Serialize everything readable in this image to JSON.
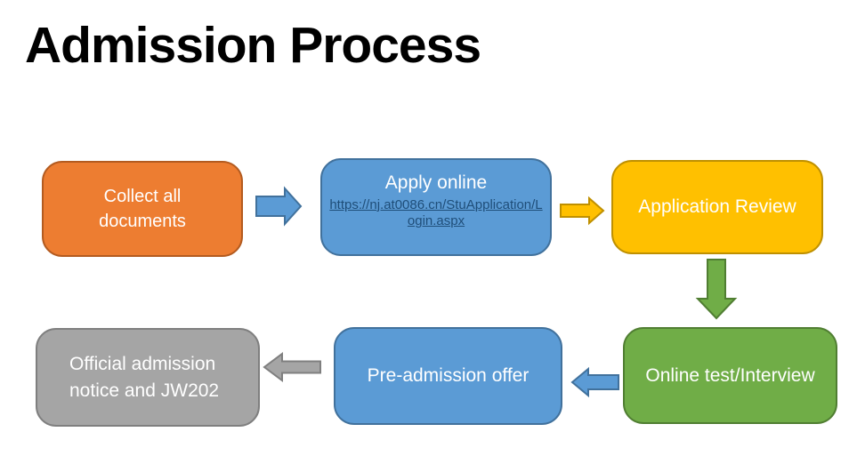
{
  "title": "Admission Process",
  "colors": {
    "orange": "#ED7D31",
    "orange-dark": "#B35B20",
    "blue": "#5B9BD5",
    "blue-dark": "#41719C",
    "yellow": "#FFC000",
    "yellow-dark": "#BF9000",
    "green": "#70AD47",
    "green-dark": "#507E32",
    "gray": "#A5A5A5",
    "gray-dark": "#7F7F7F",
    "link": "#1F4E79"
  },
  "steps": {
    "collect": {
      "label": "Collect all documents"
    },
    "apply": {
      "title": "Apply online",
      "link": "https://nj.at0086.cn/StuApplication/Login.aspx"
    },
    "review": {
      "label": "Application Review"
    },
    "test": {
      "label": "Online test/Interview"
    },
    "offer": {
      "label": "Pre-admission offer"
    },
    "notice": {
      "label": "Official admission notice and JW202"
    }
  }
}
